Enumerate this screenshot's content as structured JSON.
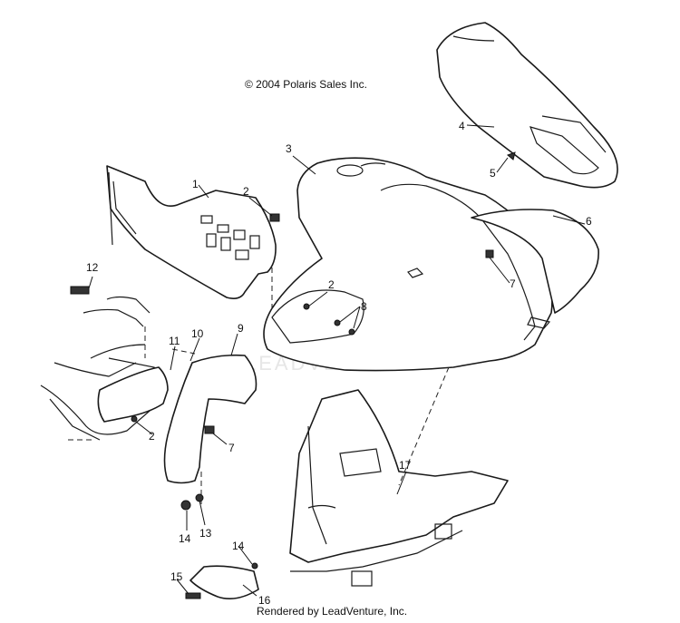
{
  "copyright": "© 2004 Polaris Sales Inc.",
  "credit": "Rendered by LeadVenture, Inc.",
  "watermark": "LEADVENTURE",
  "callouts": {
    "c1": "1",
    "c2a": "2",
    "c2b": "2",
    "c2c": "2",
    "c3": "3",
    "c4": "4",
    "c5": "5",
    "c6": "6",
    "c7a": "7",
    "c7b": "7",
    "c8": "8",
    "c9": "9",
    "c10": "10",
    "c11": "11",
    "c12": "12",
    "c13": "13",
    "c14a": "14",
    "c14b": "14",
    "c15": "15",
    "c16": "16",
    "c17": "17"
  }
}
